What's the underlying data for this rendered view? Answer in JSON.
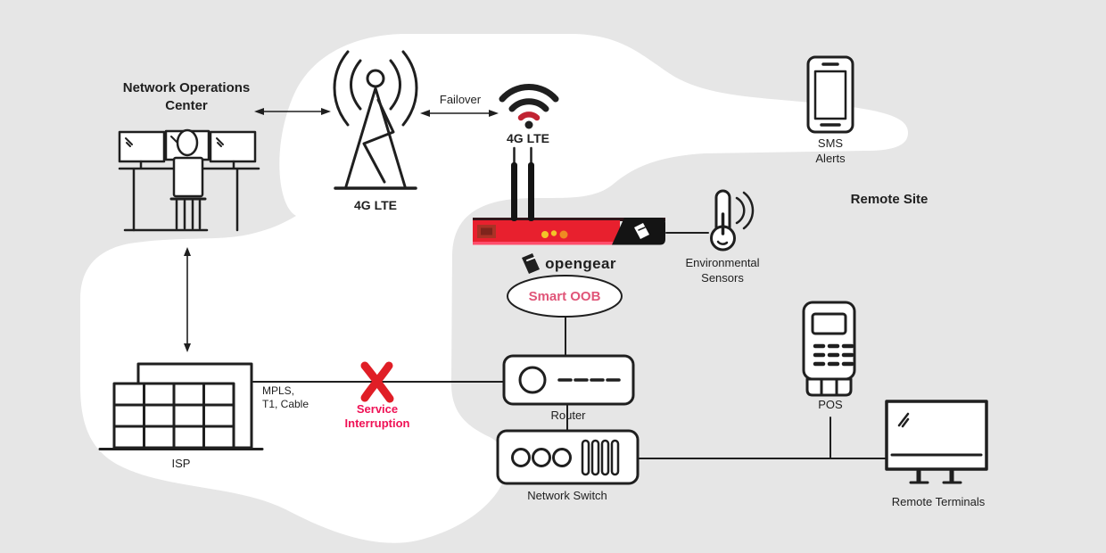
{
  "diagram": {
    "labels": {
      "noc_line1": "Network Operations",
      "noc_line2": "Center",
      "tower_lte": "4G LTE",
      "failover": "Failover",
      "wifi_lte": "4G LTE",
      "sms_line1": "SMS",
      "sms_line2": "Alerts",
      "remote_site": "Remote Site",
      "opengear_wordmark": "opengear",
      "smart_oob": "Smart OOB",
      "env_line1": "Environmental",
      "env_line2": "Sensors",
      "router": "Router",
      "network_switch": "Network Switch",
      "pos": "POS",
      "remote_terminals": "Remote Terminals",
      "isp": "ISP",
      "mpls_line1": "MPLS,",
      "mpls_line2": "T1, Cable",
      "service_line1": "Service",
      "service_line2": "Interruption"
    },
    "colors": {
      "background": "#e6e6e6",
      "panel": "#ffffff",
      "ink": "#1f1f1f",
      "device_red": "#e8202e",
      "device_dark": "#141414",
      "device_top_dark": "#30161a",
      "device_bottom_pink": "#ff4d6b",
      "port_red": "#a93226",
      "port_red_dark": "#7e241c",
      "led_yellow": "#f3c428",
      "led_orange": "#ef8b22",
      "wifi_red": "#c12332",
      "x_red": "#e01e26",
      "alert_red": "#ef1155",
      "smart_oob_pink": "#e05578"
    }
  }
}
